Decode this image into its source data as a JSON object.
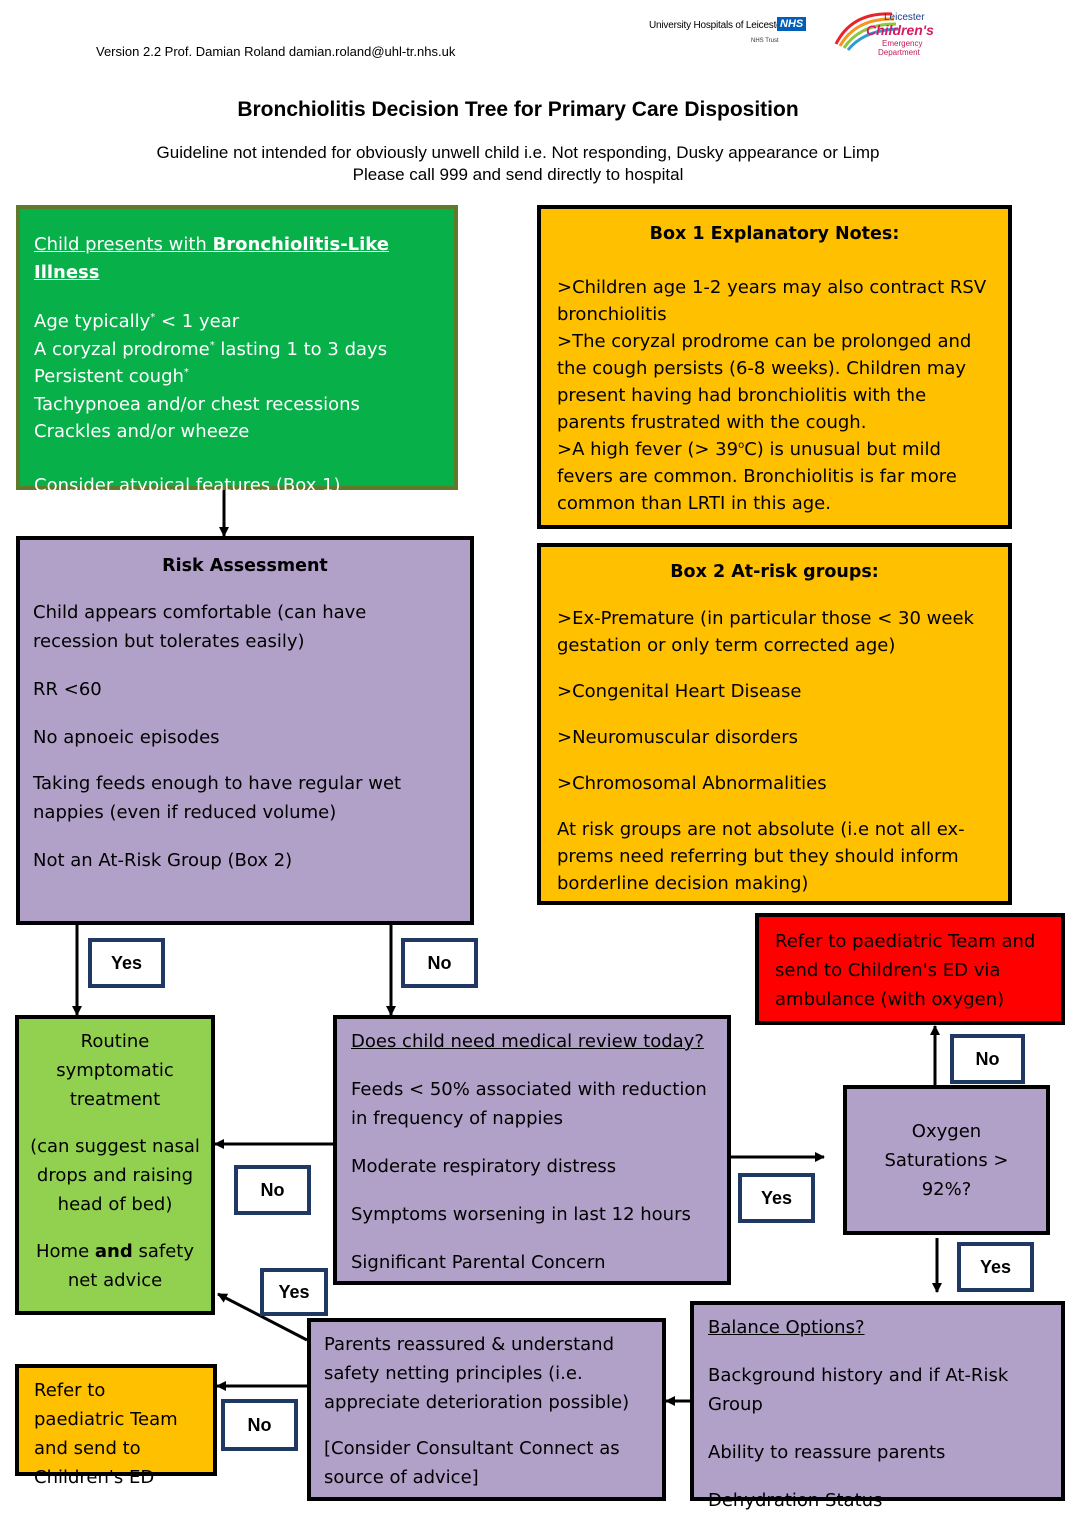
{
  "header": {
    "version": "Version 2.2 Prof. Damian Roland damian.roland@uhl-tr.nhs.uk",
    "uhl_text": "University Hospitals of Leicester",
    "nhs_badge": "NHS",
    "nhs_trust": "NHS Trust",
    "lcr_line1": "Leicester",
    "lcr_line2": "Children's",
    "lcr_line3": "Emergency",
    "lcr_line4": "Department"
  },
  "title": "Bronchiolitis Decision Tree for Primary Care Disposition",
  "subtitle_line1": "Guideline not intended for obviously unwell child i.e. Not responding, Dusky appearance or Limp",
  "subtitle_line2": "Please call 999 and send directly to hospital",
  "presentation": {
    "heading_prefix": "Child presents with ",
    "heading_bold": "Bronchiolitis-Like Illness",
    "age_a": "Age typically",
    "age_b": " < 1 year",
    "coryzal_a": "A coryzal prodrome",
    "coryzal_b": " lasting 1 to 3 days",
    "cough": "Persistent cough",
    "asterisk": "*",
    "tachy": "Tachypnoea and/or chest recessions",
    "crackles": "Crackles and/or wheeze",
    "consider": "Consider atypical features (Box 1)"
  },
  "box1": {
    "title": "Box 1 Explanatory Notes:",
    "note1": ">Children age 1-2 years may also contract RSV bronchiolitis",
    "note2": ">The coryzal prodrome can be prolonged and the cough persists (6-8 weeks). Children may present having had bronchiolitis with the parents frustrated with the cough.",
    "note3_a": ">A high fever (> 39",
    "note3_deg": "o",
    "note3_b": "C) is unusual but mild fevers are common. Bronchiolitis is far more common than LRTI in this age."
  },
  "risk": {
    "title": "Risk Assessment",
    "item1": "Child appears comfortable (can have recession but tolerates easily)",
    "item2": "RR <60",
    "item3": "No apnoeic episodes",
    "item4": "Taking feeds enough to have regular wet nappies (even if reduced volume)",
    "item5": "Not an At-Risk Group (Box 2)"
  },
  "box2": {
    "title": "Box 2 At-risk groups:",
    "item1": ">Ex-Premature (in particular those < 30 week gestation or only term corrected age)",
    "item2": ">Congenital Heart Disease",
    "item3": ">Neuromuscular disorders",
    "item4": ">Chromosomal Abnormalities",
    "item5": "At risk groups are not absolute (i.e not all ex-prems need referring but they should inform borderline decision making)"
  },
  "refer_ambulance": "Refer to paediatric Team and send to Children's ED via ambulance (with oxygen)",
  "routine": {
    "line1": "Routine symptomatic treatment",
    "line2": "(can suggest nasal drops and raising head of bed)",
    "home_a": "Home ",
    "home_b": "and",
    "home_c": " safety net advice"
  },
  "review": {
    "title": "Does child need medical review today?",
    "item1": "Feeds < 50% associated with reduction in frequency of nappies",
    "item2": "Moderate respiratory distress",
    "item3": "Symptoms worsening in last 12 hours",
    "item4": "Significant Parental Concern"
  },
  "oxygen": "Oxygen Saturations > 92%?",
  "refer_ed": "Refer to paediatric Team and send to Children's ED",
  "parents": {
    "line1": "Parents reassured & understand safety netting principles (i.e. appreciate deterioration possible)",
    "line2": "[Consider Consultant Connect as source of advice]"
  },
  "balance": {
    "title": "Balance Options?",
    "item1": "Background history and if At-Risk Group",
    "item2": "Ability to reassure parents",
    "item3": "Dehydration Status"
  },
  "labels": {
    "yes": "Yes",
    "no": "No"
  },
  "colors": {
    "green": "#08b04a",
    "light_green": "#92d050",
    "purple": "#b1a0c7",
    "orange": "#ffc000",
    "red": "#ff0000",
    "label_border": "#1f3864"
  }
}
